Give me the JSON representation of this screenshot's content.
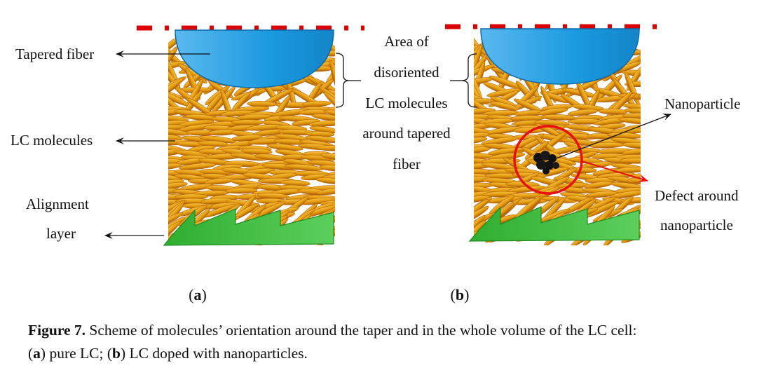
{
  "figure": {
    "panels": [
      {
        "id": "a",
        "label_prefix": "(",
        "label_letter": "a",
        "label_suffix": ")",
        "annotations": {
          "tapered_fiber": "Tapered fiber",
          "lc_molecules": "LC molecules",
          "alignment_line1": "Alignment",
          "alignment_line2": "layer"
        }
      },
      {
        "id": "b",
        "label_prefix": "(",
        "label_letter": "b",
        "label_suffix": ")",
        "annotations": {
          "nanoparticle": "Nanoparticle",
          "defect_line1": "Defect around",
          "defect_line2": "nanoparticle"
        }
      }
    ],
    "center_annotation": {
      "lines": [
        "Area of",
        "disoriented",
        "LC molecules",
        "around tapered",
        "fiber"
      ]
    },
    "colors": {
      "fiber": "#2aa3e6",
      "molecule": "#e8a010",
      "molecule_edge": "#b8620a",
      "alignment_layer": "#3cb83c",
      "dashed_line": "#dd0000",
      "defect_circle": "#e81010",
      "nanoparticle": "#111111"
    }
  },
  "caption": {
    "figure_label": "Figure 7.",
    "text_line1": " Scheme of molecules’ orientation around the taper and in the whole volume of the LC cell:",
    "a_open": "(",
    "a_letter": "a",
    "a_rest": ") pure LC; (",
    "b_letter": "b",
    "b_rest": ") LC doped with nanoparticles."
  }
}
